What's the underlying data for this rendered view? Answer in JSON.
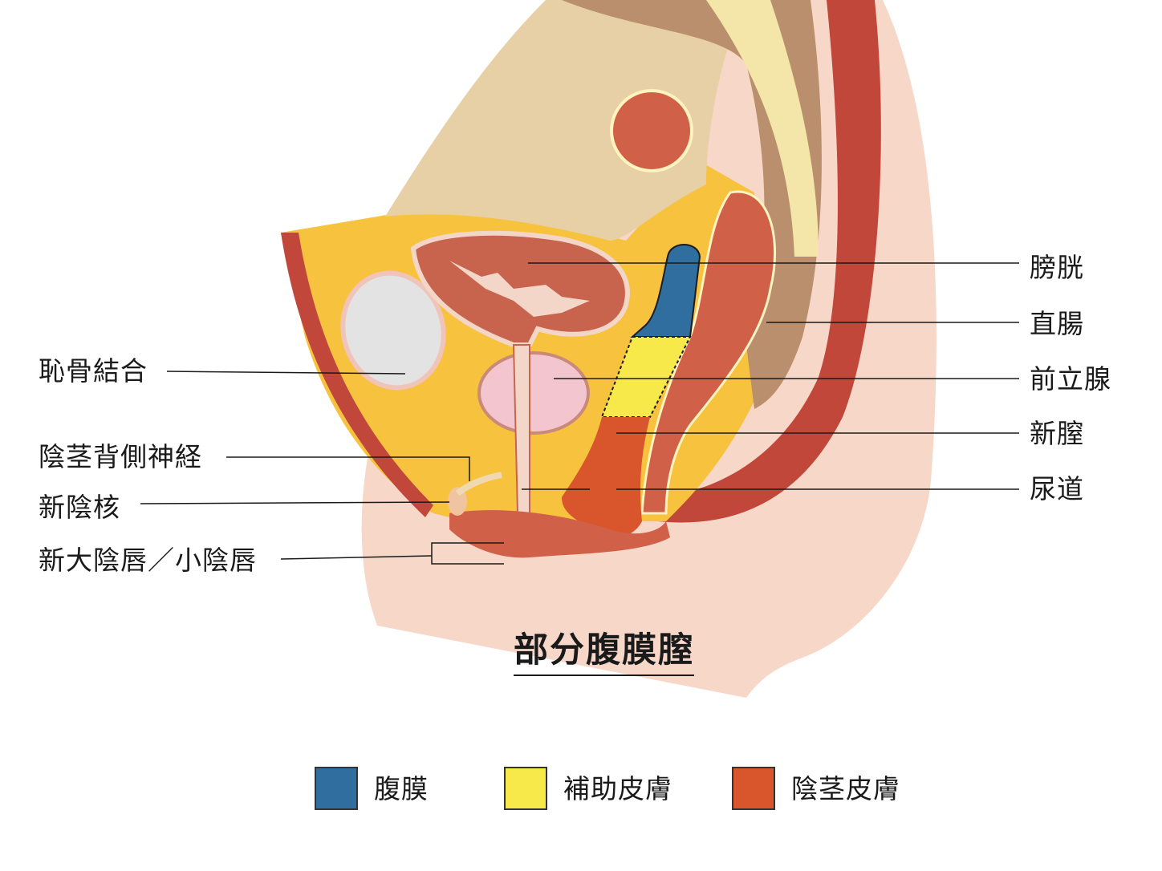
{
  "title": "部分腹膜膣",
  "labels_left": {
    "pubic_symphysis": "恥骨結合",
    "dorsal_nerve": "陰茎背側神経",
    "neoclitoris": "新陰核",
    "labia": "新大陰唇／小陰唇"
  },
  "labels_right": {
    "bladder": "膀胱",
    "rectum": "直腸",
    "prostate": "前立腺",
    "neovagina": "新膣",
    "urethra": "尿道"
  },
  "legend": [
    {
      "label": "腹膜",
      "color": "#2f6e9e"
    },
    {
      "label": "補助皮膚",
      "color": "#f7e94a"
    },
    {
      "label": "陰茎皮膚",
      "color": "#d9552c"
    }
  ]
}
